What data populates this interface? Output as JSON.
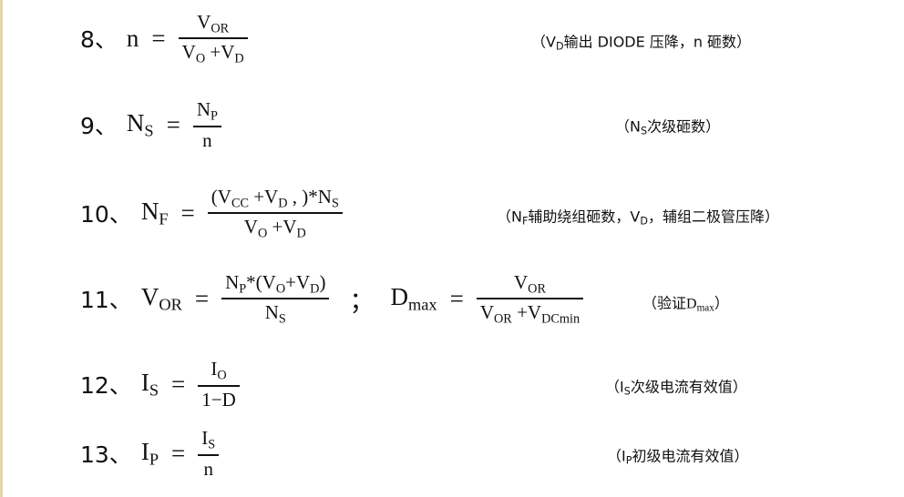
{
  "f8": {
    "num": "8、",
    "lhs": "n",
    "eq": "=",
    "n1": "V",
    "n1s": "OR",
    "d1": "V",
    "d1s": "O",
    "d2": "+V",
    "d2s": "D",
    "note": {
      "o": "（V",
      "s": "D",
      "t": "输出 DIODE 压降，n 砸数）"
    }
  },
  "f9": {
    "num": "9、",
    "lhs": "N",
    "lhss": "S",
    "eq": "=",
    "n1": "N",
    "n1s": "P",
    "d1": "n",
    "note": {
      "o": "（N",
      "s": "S",
      "t": "次级砸数）"
    }
  },
  "f10": {
    "num": "10、",
    "lhs": "N",
    "lhss": "F",
    "eq": "=",
    "n1": "(V",
    "n1s": "CC",
    "n2": " +V",
    "n2s": "D",
    "n3": " , )*N",
    "n3s": "S",
    "d1": "V",
    "d1s": "O",
    "d2": "+V",
    "d2s": "D",
    "note": {
      "o": "（N",
      "s": "F",
      "t": "辅助绕组砸数，V",
      "s2": "D",
      "t2": "，辅组二极管压降）"
    }
  },
  "f11": {
    "num": "11、",
    "lhs": "V",
    "lhss": "OR",
    "eq": "=",
    "n1": "N",
    "n1s": "P",
    "n2": "*(V",
    "n2s": "O",
    "n3": "+V",
    "n3s": "D",
    "n4": ")",
    "d1": "N",
    "d1s": "S",
    "sep": "；",
    "lhs2": "D",
    "lhs2s": "max",
    "eq2": "=",
    "m1": "V",
    "m1s": "OR",
    "e1": "V",
    "e1s": "OR",
    "e2": "+V",
    "e2s": "DCmin",
    "note": {
      "o": "（验证D",
      "s": "max",
      "t": "）"
    }
  },
  "f12": {
    "num": "12、",
    "lhs": "I",
    "lhss": "S",
    "eq": "=",
    "n1": "I",
    "n1s": "O",
    "d1": "1−D",
    "note": {
      "o": "（I",
      "s": "S",
      "t": "次级电流有效值）"
    }
  },
  "f13": {
    "num": "13、",
    "lhs": "I",
    "lhss": "P",
    "eq": "=",
    "n1": "I",
    "n1s": "S",
    "d1": "n",
    "note": {
      "o": "（I",
      "s": "P",
      "t": "初级电流有效值）"
    }
  }
}
